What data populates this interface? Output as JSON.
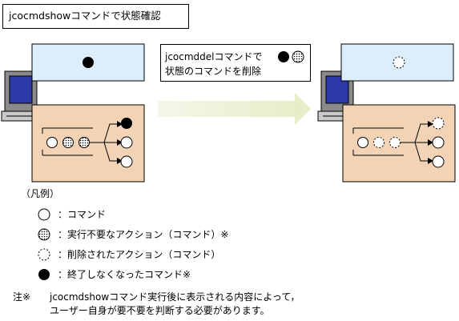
{
  "title": "jcocmdshowコマンドで状態確認",
  "callout": {
    "line1": "jcocmddelコマンドで",
    "line2": "状態のコマンドを削除"
  },
  "legend": {
    "heading": "（凡例）",
    "items": [
      {
        "symbol": "open-circle",
        "text": "：コマンド"
      },
      {
        "symbol": "dotted-fill-circle",
        "text": "：実行不要なアクション（コマンド）※"
      },
      {
        "symbol": "dashed-circle",
        "text": "：削除されたアクション（コマンド）"
      },
      {
        "symbol": "filled-circle",
        "text": "：終了しなくなったコマンド※"
      }
    ]
  },
  "note": {
    "label": "注※",
    "line1": "jcocmdshowコマンド実行後に表示される内容によって，",
    "line2": "ユーザー自身が要不要を判断する必要があります。"
  },
  "colors": {
    "monitor_fill": "#dceefb",
    "panel_fill": "#f2d3b6",
    "arrow_fill": "#eef2d6",
    "screen_blue": "#2b3aa6"
  }
}
